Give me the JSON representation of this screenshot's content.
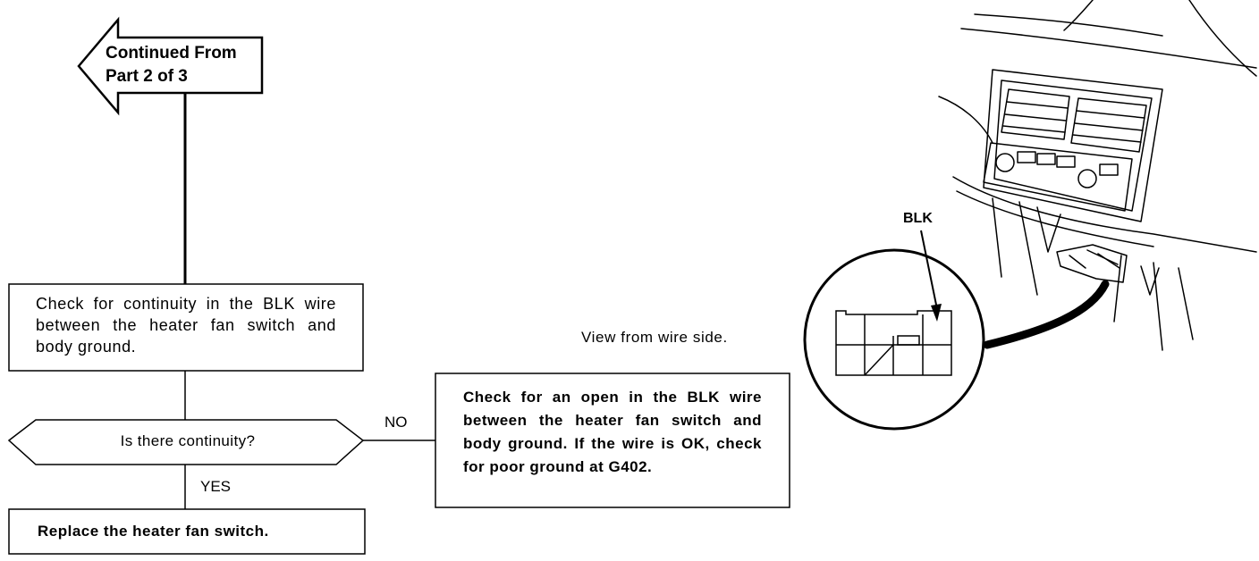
{
  "flowchart": {
    "continued_from": "Continued From\nPart 2 of 3",
    "check_box": "Check for continuity in the BLK wire between the heater fan switch and body ground.",
    "decision": "Is there continuity?",
    "no_label": "NO",
    "yes_label": "YES",
    "no_box": "Check for an open in the BLK wire between the heater fan switch and body ground. If the wire is OK, check for poor ground at G402.",
    "yes_box": "Replace the heater fan switch."
  },
  "illustration": {
    "view_caption": "View from wire side.",
    "wire_label": "BLK"
  }
}
